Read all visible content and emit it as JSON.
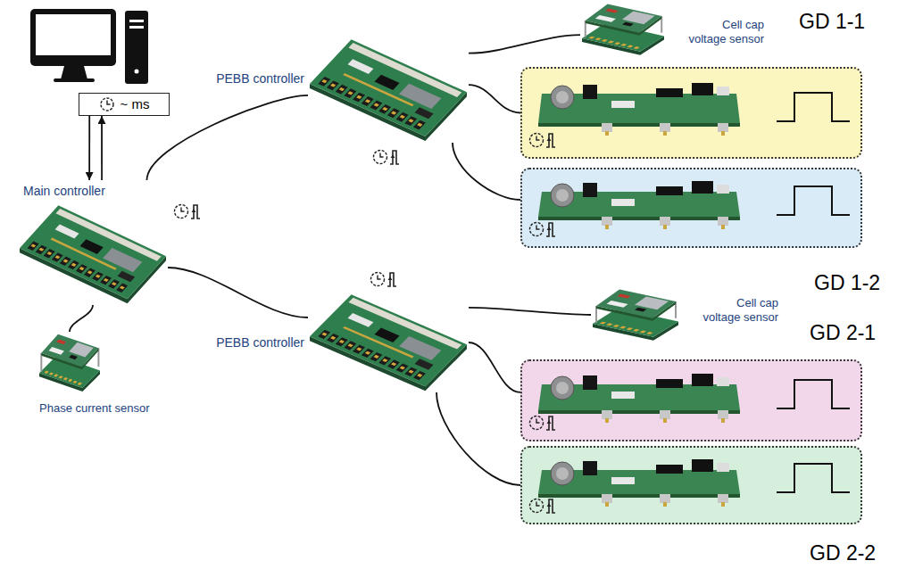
{
  "diagram": {
    "nodes": [
      {
        "text": [
          "~ ms"
        ]
      },
      {
        "text": [
          "Main controller"
        ]
      },
      {
        "text": [
          "PEBB controller"
        ]
      },
      {
        "text": [
          "Cell cap voltage sensor"
        ]
      },
      {
        "text": [
          "GD 1-1"
        ]
      },
      {
        "text": [
          "GD 1-2"
        ]
      },
      {
        "text": [
          "Phase current sensor"
        ]
      },
      {
        "text": [
          "PEBB controller"
        ]
      },
      {
        "text": [
          "Cell cap voltage sensor"
        ]
      },
      {
        "text": [
          "GD 2-1"
        ]
      },
      {
        "text": [
          "GD 2-2"
        ]
      }
    ],
    "edges": [
      {
        "from": 0,
        "to": 1,
        "arrow": "to"
      },
      {
        "from": 1,
        "to": 0,
        "arrow": "to"
      },
      {
        "from": 1,
        "to": 2,
        "arrow": "none"
      },
      {
        "from": 1,
        "to": 6,
        "arrow": "none"
      },
      {
        "from": 1,
        "to": 7,
        "arrow": "none"
      },
      {
        "from": 2,
        "to": 3,
        "arrow": "none"
      },
      {
        "from": 2,
        "to": 4,
        "arrow": "none"
      },
      {
        "from": 2,
        "to": 5,
        "arrow": "none"
      },
      {
        "from": 7,
        "to": 8,
        "arrow": "none"
      },
      {
        "from": 7,
        "to": 9,
        "arrow": "none"
      },
      {
        "from": 7,
        "to": 10,
        "arrow": "none"
      }
    ]
  }
}
